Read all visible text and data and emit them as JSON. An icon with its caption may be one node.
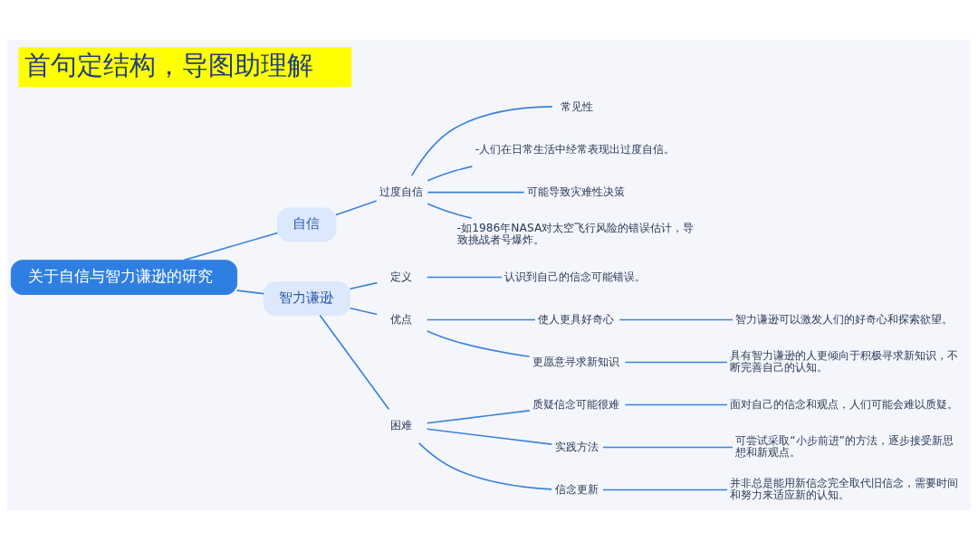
{
  "diagram": {
    "title": "首句定结构，导图助理解",
    "nodes": [
      {
        "text": [
          "关于自信与智力谦逊的研究"
        ]
      },
      {
        "text": [
          "自信"
        ]
      },
      {
        "text": [
          "过度自信"
        ]
      },
      {
        "text": [
          "常见性"
        ]
      },
      {
        "text": [
          "-人们在日常生活中经常表现出过度自信。"
        ]
      },
      {
        "text": [
          "可能导致灾难性决策"
        ]
      },
      {
        "text": [
          "-如1986年NASA对太空飞行风险的错误估计，导致挑战者号爆炸。"
        ]
      },
      {
        "text": [
          "智力谦逊"
        ]
      },
      {
        "text": [
          "定义"
        ]
      },
      {
        "text": [
          "认识到自己的信念可能错误。"
        ]
      },
      {
        "text": [
          "优点"
        ]
      },
      {
        "text": [
          "使人更具好奇心"
        ]
      },
      {
        "text": [
          "智力谦逊可以激发人们的好奇心和探索欲望。"
        ]
      },
      {
        "text": [
          "更愿意寻求新知识"
        ]
      },
      {
        "text": [
          "具有智力谦逊的人更倾向于积极寻求新知识，不断完善自己的认知。"
        ]
      },
      {
        "text": [
          "困难"
        ]
      },
      {
        "text": [
          "质疑信念可能很难"
        ]
      },
      {
        "text": [
          "面对自己的信念和观点，人们可能会难以质疑。"
        ]
      },
      {
        "text": [
          "实践方法"
        ]
      },
      {
        "text": [
          "可尝试采取“小步前进”的方法，逐步接受新思想和新观点。"
        ]
      },
      {
        "text": [
          "信念更新"
        ]
      },
      {
        "text": [
          "并非总是能用新信念完全取代旧信念，需要时间和努力来适应新的认知。"
        ]
      }
    ],
    "edges": [
      {
        "from": 0,
        "to": 1,
        "arrow": "none"
      },
      {
        "from": 0,
        "to": 7,
        "arrow": "none"
      },
      {
        "from": 1,
        "to": 2,
        "arrow": "none"
      },
      {
        "from": 2,
        "to": 3,
        "arrow": "none"
      },
      {
        "from": 2,
        "to": 4,
        "arrow": "none"
      },
      {
        "from": 2,
        "to": 5,
        "arrow": "none"
      },
      {
        "from": 2,
        "to": 6,
        "arrow": "none"
      },
      {
        "from": 7,
        "to": 8,
        "arrow": "none"
      },
      {
        "from": 8,
        "to": 9,
        "arrow": "none"
      },
      {
        "from": 7,
        "to": 10,
        "arrow": "none"
      },
      {
        "from": 10,
        "to": 11,
        "arrow": "none"
      },
      {
        "from": 11,
        "to": 12,
        "arrow": "none"
      },
      {
        "from": 10,
        "to": 13,
        "arrow": "none"
      },
      {
        "from": 13,
        "to": 14,
        "arrow": "none"
      },
      {
        "from": 7,
        "to": 15,
        "arrow": "none"
      },
      {
        "from": 15,
        "to": 16,
        "arrow": "none"
      },
      {
        "from": 16,
        "to": 17,
        "arrow": "none"
      },
      {
        "from": 15,
        "to": 18,
        "arrow": "none"
      },
      {
        "from": 18,
        "to": 19,
        "arrow": "none"
      },
      {
        "from": 15,
        "to": 20,
        "arrow": "none"
      },
      {
        "from": 20,
        "to": 21,
        "arrow": "none"
      }
    ]
  }
}
